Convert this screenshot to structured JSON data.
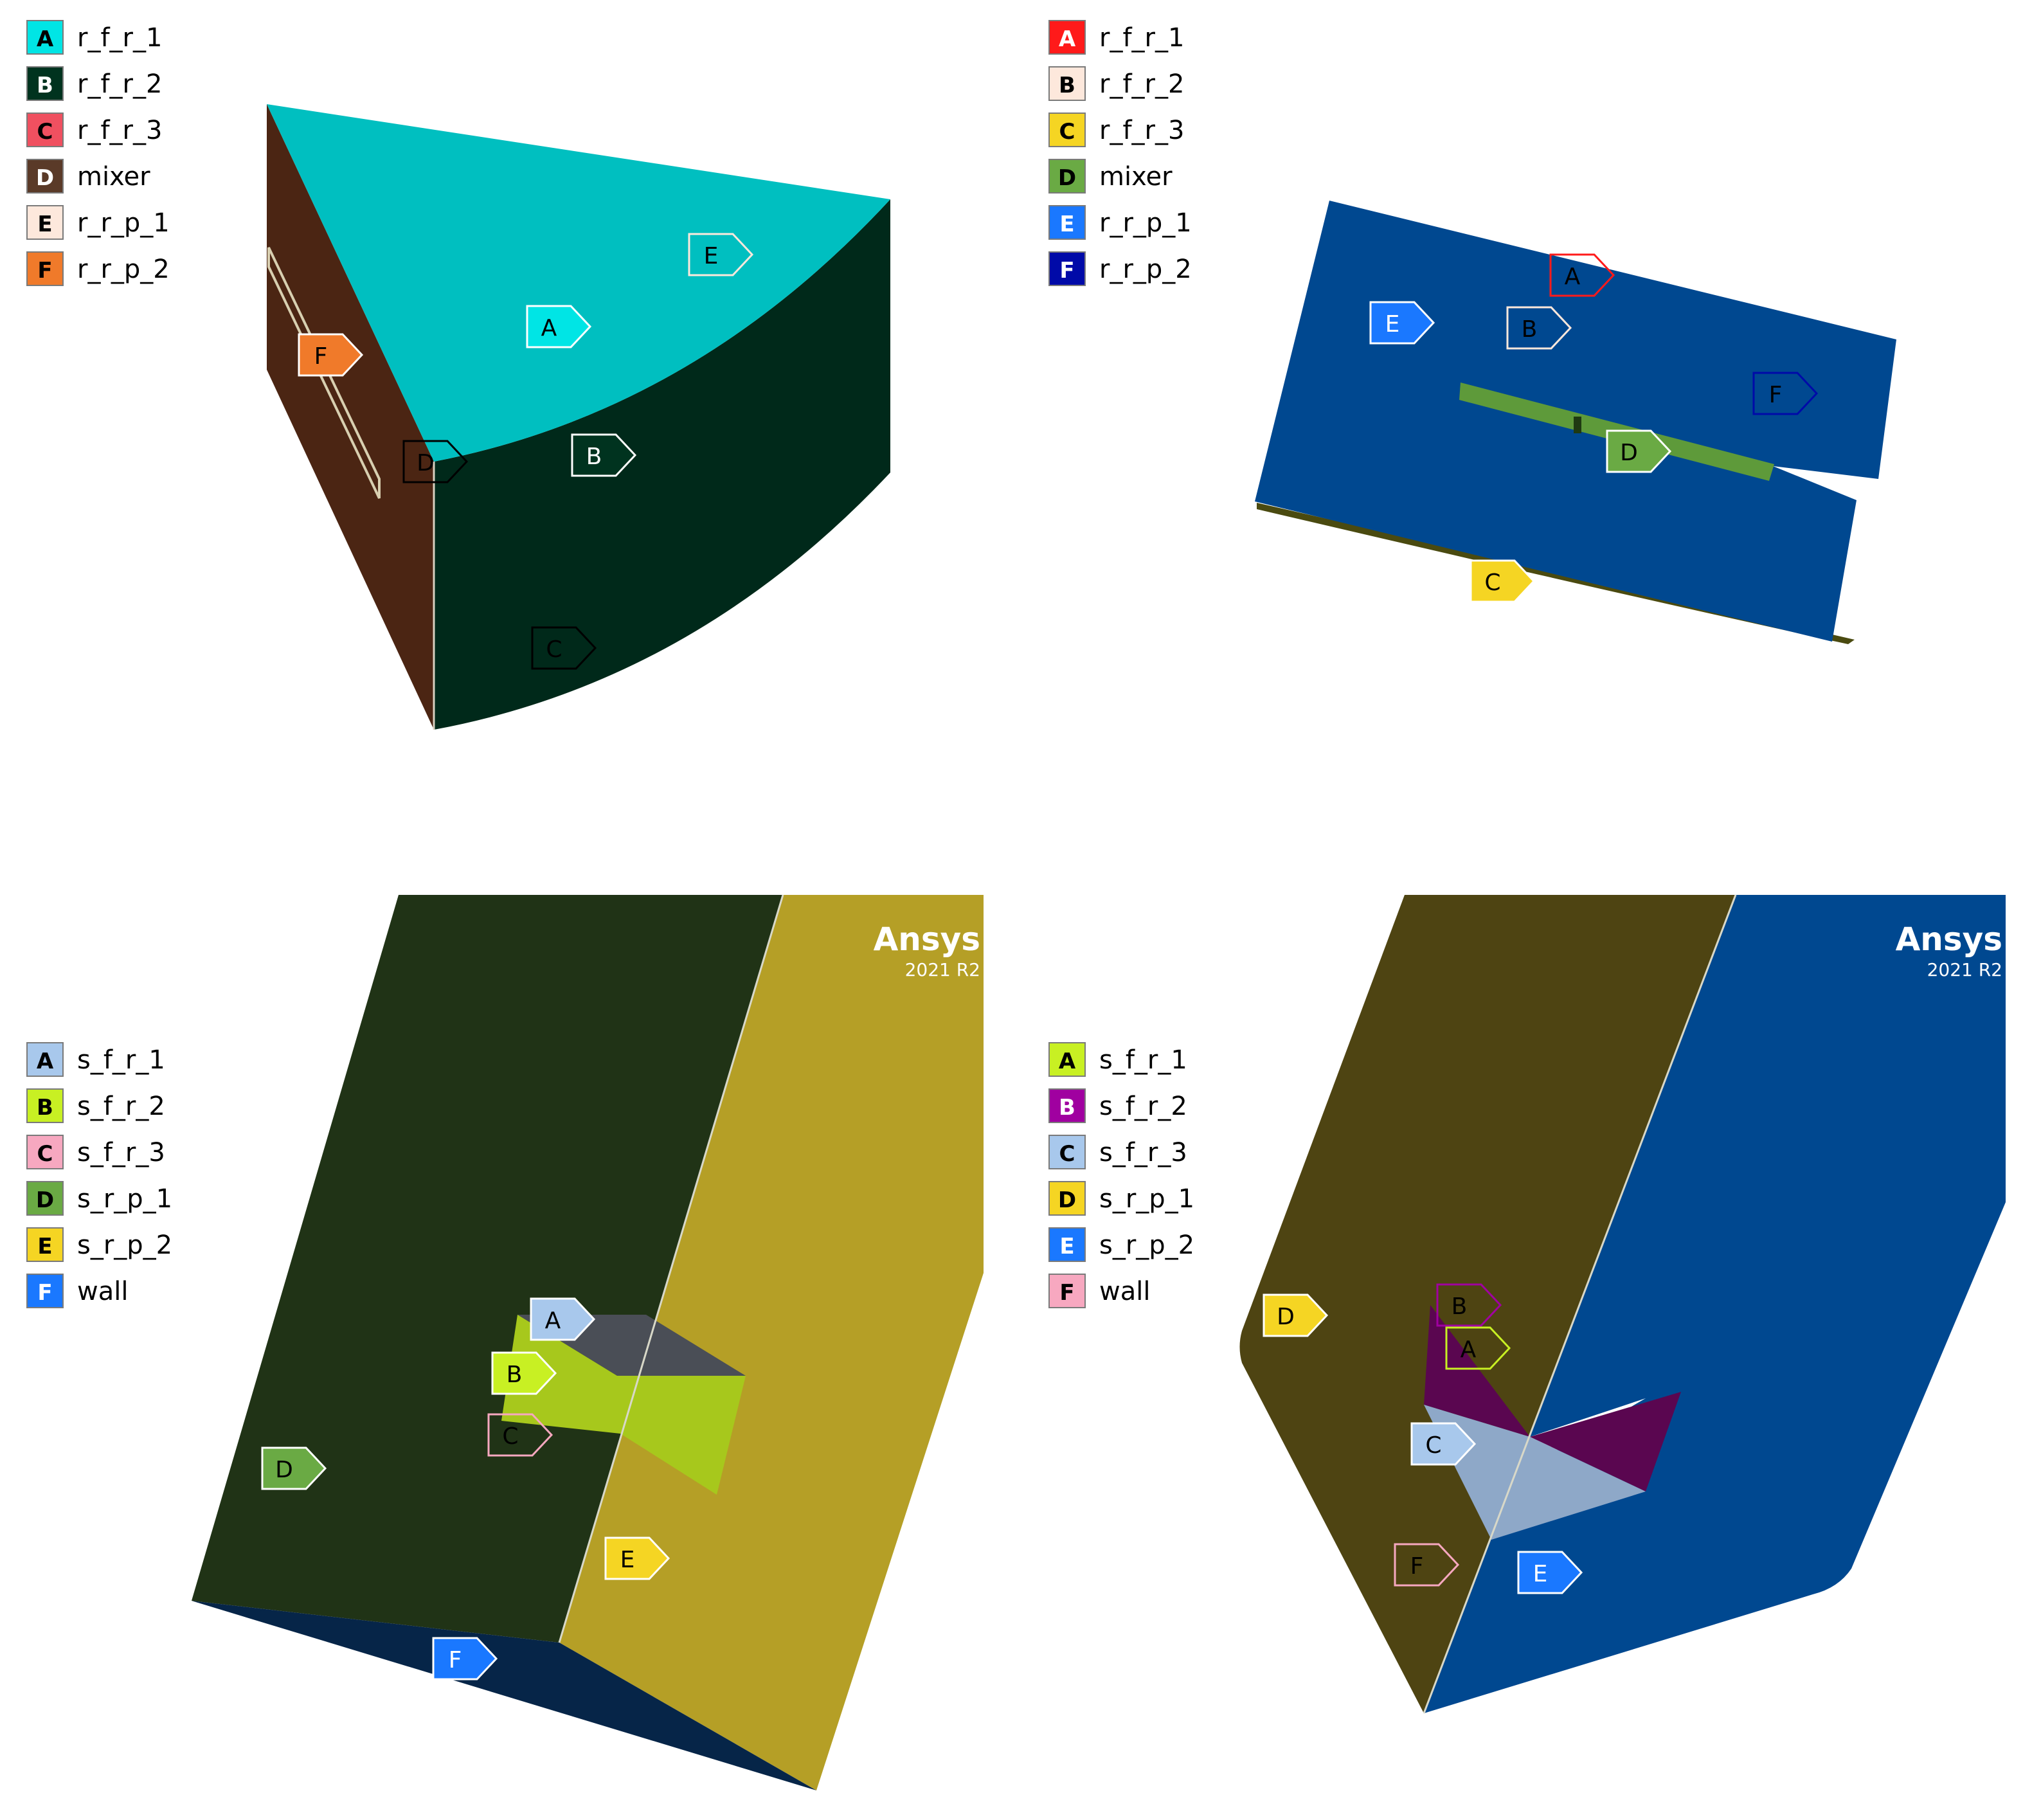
{
  "panels": [
    {
      "id": "top-left",
      "legend": [
        {
          "letter": "A",
          "label": "r_f_r_1",
          "color": "#00e5e5"
        },
        {
          "letter": "B",
          "label": "r_f_r_2",
          "color": "#00331f"
        },
        {
          "letter": "C",
          "label": "r_f_r_3",
          "color": "#f05060"
        },
        {
          "letter": "D",
          "label": "mixer",
          "color": "#5a3a28"
        },
        {
          "letter": "E",
          "label": "r_r_p_1",
          "color": "#fde8dc"
        },
        {
          "letter": "F",
          "label": "r_r_p_2",
          "color": "#f07a2a"
        }
      ],
      "tags": [
        {
          "letter": "A",
          "color": "#00e5e5",
          "style": "filled"
        },
        {
          "letter": "B",
          "color": "#00331f",
          "style": "filled"
        },
        {
          "letter": "C",
          "color": "#000000",
          "style": "outline"
        },
        {
          "letter": "D",
          "color": "#000000",
          "style": "outline"
        },
        {
          "letter": "E",
          "color": "#fde8dc",
          "style": "outline"
        },
        {
          "letter": "F",
          "color": "#f07a2a",
          "style": "filled"
        }
      ],
      "surface_colors": {
        "top": "#00bfc0",
        "curved": "#00291a",
        "flat": "#4b2513"
      }
    },
    {
      "id": "top-right",
      "legend": [
        {
          "letter": "A",
          "label": "r_f_r_1",
          "color": "#ff1a1a"
        },
        {
          "letter": "B",
          "label": "r_f_r_2",
          "color": "#fde8dc"
        },
        {
          "letter": "C",
          "label": "r_f_r_3",
          "color": "#f5d523"
        },
        {
          "letter": "D",
          "label": "mixer",
          "color": "#6aaa44"
        },
        {
          "letter": "E",
          "label": "r_r_p_1",
          "color": "#1a78ff"
        },
        {
          "letter": "F",
          "label": "r_r_p_2",
          "color": "#000aa8"
        }
      ],
      "tags": [
        {
          "letter": "A",
          "color": "#ff1a1a",
          "style": "outline"
        },
        {
          "letter": "B",
          "color": "#fde8dc",
          "style": "outline"
        },
        {
          "letter": "C",
          "color": "#f5d523",
          "style": "filled"
        },
        {
          "letter": "D",
          "color": "#6aaa44",
          "style": "filled"
        },
        {
          "letter": "E",
          "color": "#1a78ff",
          "style": "filled"
        },
        {
          "letter": "F",
          "color": "#000aa8",
          "style": "outline"
        }
      ],
      "surface_colors": {
        "plate": "#004890",
        "edge": "#4a4a10",
        "mixer": "#5e9a3a"
      }
    },
    {
      "id": "bottom-left",
      "legend": [
        {
          "letter": "A",
          "label": "s_f_r_1",
          "color": "#a8c8ec"
        },
        {
          "letter": "B",
          "label": "s_f_r_2",
          "color": "#c8f023"
        },
        {
          "letter": "C",
          "label": "s_f_r_3",
          "color": "#f7a8c0"
        },
        {
          "letter": "D",
          "label": "s_r_p_1",
          "color": "#6aaa44"
        },
        {
          "letter": "E",
          "label": "s_r_p_2",
          "color": "#f5d523"
        },
        {
          "letter": "F",
          "label": "wall",
          "color": "#1a78ff"
        }
      ],
      "tags": [
        {
          "letter": "A",
          "color": "#a8c8ec",
          "style": "filled"
        },
        {
          "letter": "B",
          "color": "#c8f023",
          "style": "filled"
        },
        {
          "letter": "C",
          "color": "#f7a8c0",
          "style": "outline"
        },
        {
          "letter": "D",
          "color": "#6aaa44",
          "style": "filled"
        },
        {
          "letter": "E",
          "color": "#f5d523",
          "style": "filled"
        },
        {
          "letter": "F",
          "color": "#1a78ff",
          "style": "filled"
        }
      ],
      "surface_colors": {
        "left": "#203316",
        "right": "#b59f26",
        "bottom": "#062548",
        "insert": "#a7c81c",
        "insert_top": "#4a4e56"
      },
      "logo": {
        "main": "Ansys",
        "sub": "2021 R2"
      }
    },
    {
      "id": "bottom-right",
      "legend": [
        {
          "letter": "A",
          "label": "s_f_r_1",
          "color": "#c8f023"
        },
        {
          "letter": "B",
          "label": "s_f_r_2",
          "color": "#a000a0"
        },
        {
          "letter": "C",
          "label": "s_f_r_3",
          "color": "#a8c8ec"
        },
        {
          "letter": "D",
          "label": "s_r_p_1",
          "color": "#f5d523"
        },
        {
          "letter": "E",
          "label": "s_r_p_2",
          "color": "#1a78ff"
        },
        {
          "letter": "F",
          "label": "wall",
          "color": "#f7a8c0"
        }
      ],
      "tags": [
        {
          "letter": "A",
          "color": "#c8f023",
          "style": "outline"
        },
        {
          "letter": "B",
          "color": "#a000a0",
          "style": "outline"
        },
        {
          "letter": "C",
          "color": "#a8c8ec",
          "style": "filled"
        },
        {
          "letter": "D",
          "color": "#f5d523",
          "style": "filled"
        },
        {
          "letter": "E",
          "color": "#1a78ff",
          "style": "filled"
        },
        {
          "letter": "F",
          "color": "#f7a8c0",
          "style": "outline"
        }
      ],
      "surface_colors": {
        "left": "#4e4412",
        "right": "#004890",
        "purple": "#5a0650",
        "light": "#8ea8c8"
      },
      "logo": {
        "main": "Ansys",
        "sub": "2021 R2"
      }
    }
  ]
}
